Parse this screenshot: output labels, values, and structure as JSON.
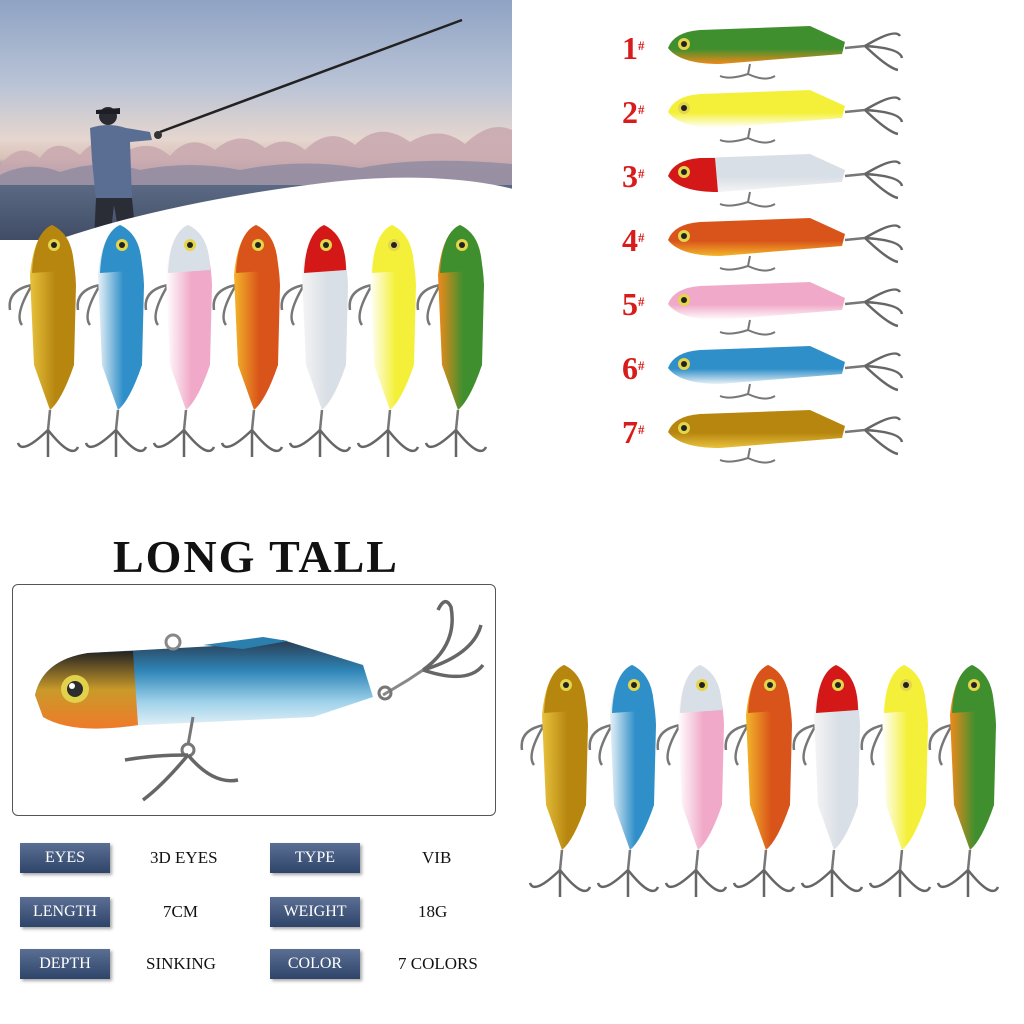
{
  "heading": "LONG TALL",
  "numbered_lures": [
    {
      "num": "1",
      "mark": "#",
      "color_name": "green-orange",
      "back": "#3f8f2f",
      "belly": "#f08a1a"
    },
    {
      "num": "2",
      "mark": "#",
      "color_name": "yellow-white",
      "back": "#f4f03a",
      "belly": "#ffffff"
    },
    {
      "num": "3",
      "mark": "#",
      "color_name": "red-head-clear",
      "back": "#d9dfe6",
      "belly": "#f4f4f4"
    },
    {
      "num": "4",
      "mark": "#",
      "color_name": "red-gold",
      "back": "#d9541a",
      "belly": "#f3b52a"
    },
    {
      "num": "5",
      "mark": "#",
      "color_name": "pink-rainbow",
      "back": "#f0a9c8",
      "belly": "#ffffff"
    },
    {
      "num": "6",
      "mark": "#",
      "color_name": "blue-silver",
      "back": "#2f8fc9",
      "belly": "#e8f1f7"
    },
    {
      "num": "7",
      "mark": "#",
      "color_name": "gold-tiger",
      "back": "#b7860f",
      "belly": "#e9c23d"
    }
  ],
  "lineup_colors": [
    {
      "back": "#b7860f",
      "belly": "#e9c23d",
      "head": "#b7860f"
    },
    {
      "back": "#2f8fc9",
      "belly": "#e8f1f7",
      "head": "#2f8fc9"
    },
    {
      "back": "#f0a9c8",
      "belly": "#ffffff",
      "head": "#d9dfe6"
    },
    {
      "back": "#d9541a",
      "belly": "#f3b52a",
      "head": "#d9541a"
    },
    {
      "back": "#d9dfe6",
      "belly": "#f4f4f4",
      "head": "#d41818"
    },
    {
      "back": "#f4f03a",
      "belly": "#ffffff",
      "head": "#f4f03a"
    },
    {
      "back": "#3f8f2f",
      "belly": "#f08a1a",
      "head": "#3f8f2f"
    }
  ],
  "specs": [
    {
      "label": "EYES",
      "value": "3D EYES"
    },
    {
      "label": "TYPE",
      "value": "VIB"
    },
    {
      "label": "LENGTH",
      "value": "7CM"
    },
    {
      "label": "WEIGHT",
      "value": "18G"
    },
    {
      "label": "DEPTH",
      "value": "SINKING"
    },
    {
      "label": "COLOR",
      "value": "7 COLORS"
    }
  ],
  "colors": {
    "number_red": "#d81c1c",
    "label_blue": "#3a5078"
  }
}
